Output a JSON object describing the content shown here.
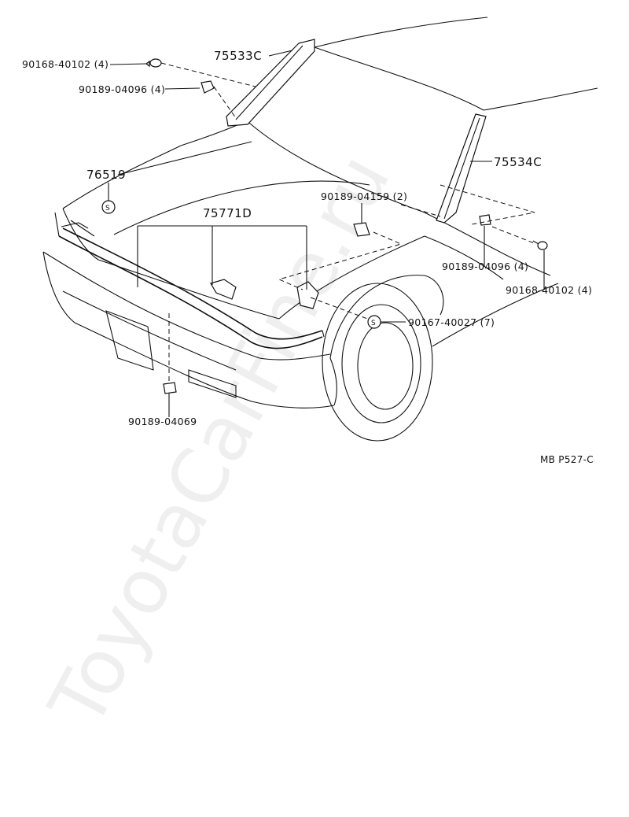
{
  "watermark": "ToyotaCarFine.ru",
  "diagram_ref": "MB P527-C",
  "labels": {
    "bolt_top_left": "90168-40102 (4)",
    "nut_top_left": "90189-04096 (4)",
    "molding_left": "75533C",
    "clip_76519": "76519",
    "molding_center": "75771D",
    "clip_90189_04159": "90189-04159 (2)",
    "molding_right": "75534C",
    "nut_right": "90189-04096 (4)",
    "bolt_right": "90168-40102 (4)",
    "screw_s": "90167-40027 (7)",
    "nut_bottom": "90189-04069"
  },
  "symbols": {
    "s_mark": "S"
  }
}
